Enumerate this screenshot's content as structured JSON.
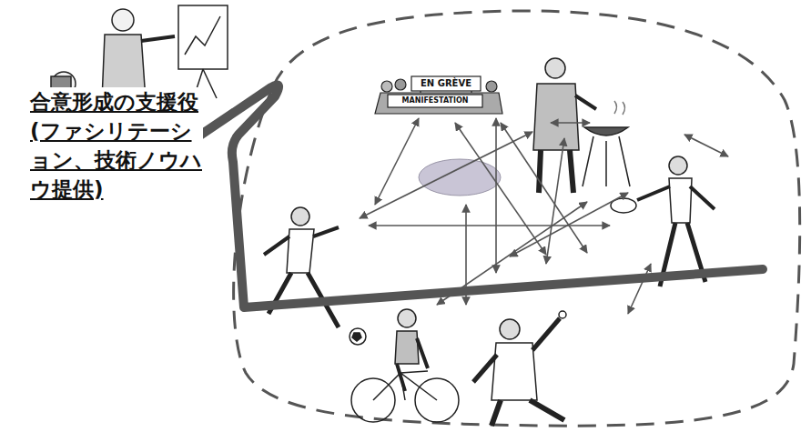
{
  "diagram": {
    "labels": [
      "合意形成の支援役(ファシリテーション、技術ノウハウ提供)",
      "EN GRÈVE",
      "MANIFESTATION"
    ]
  }
}
